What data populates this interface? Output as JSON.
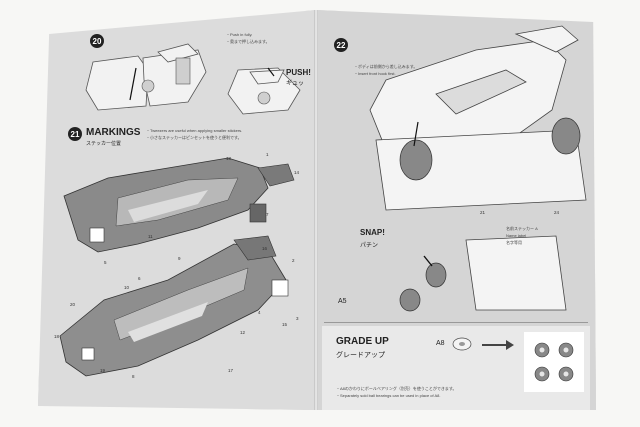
{
  "steps": {
    "s20": {
      "number": "20",
      "push_en": "PUSH!",
      "push_jp": "ギュッ",
      "note1": "・Push in fully.",
      "note2": "・奥まで押し込みます。"
    },
    "s21": {
      "number": "21",
      "title_en": "MARKINGS",
      "title_jp": "ステッカー位置",
      "note1": "・Tweezers are useful when applying smaller stickers.",
      "note2": "・小さなステッカーはピンセットを使うと便利です。"
    },
    "s22": {
      "number": "22",
      "note1": "・ボディは前側から差し込みます。",
      "note2": "・Insert front hook first.",
      "snap_en": "SNAP!",
      "snap_jp": "パチン",
      "part": "A5",
      "name_en": "Name label",
      "name_jp": "名前ステッカー A",
      "name_jp2": "名字等用"
    }
  },
  "grade_up": {
    "title_en": "GRADE UP",
    "title_jp": "グレードアップ",
    "part": "A8",
    "note1": "・A8のかわりにボールベアリング（別売）を使うことができます。",
    "note2": "・Separately sold ball bearings can be used in place of A8."
  },
  "sticker_nums": [
    "1",
    "2",
    "3",
    "4",
    "5",
    "6",
    "7",
    "8",
    "9",
    "10",
    "11",
    "12",
    "13",
    "14",
    "15",
    "16",
    "17",
    "18",
    "19",
    "20",
    "21",
    "24"
  ]
}
